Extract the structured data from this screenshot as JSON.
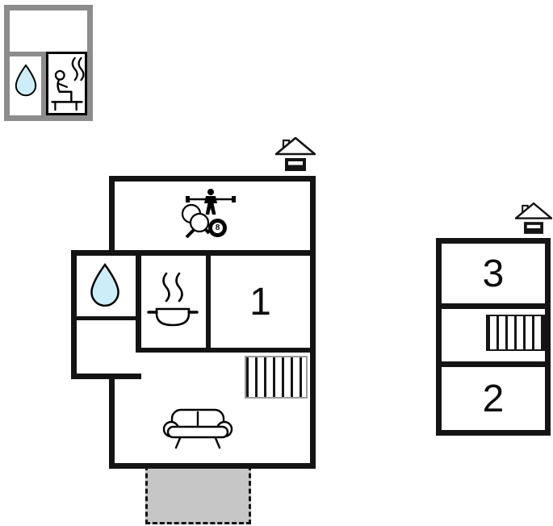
{
  "page": {
    "type": "holiday-home-floor-plan",
    "background": "#ffffff"
  },
  "colors": {
    "wall": "#141414",
    "outbuilding_wall": "#8c8c8c",
    "icon_line": "#000000",
    "water_drop_fill": "#cdeef8",
    "terrace_fill": "#c6c6c6"
  },
  "labels": {
    "room1": "1",
    "room2": "2",
    "room3": "3",
    "eight_ball": "8"
  },
  "sauna_outbuilding": {
    "icons": [
      "water-drop-icon",
      "sauna-icon"
    ]
  },
  "main_house": {
    "icons": [
      "house-entrance-icon",
      "foosball-icon",
      "table-tennis-icon",
      "eight-ball-icon",
      "water-drop-icon",
      "stove-icon",
      "stairs-icon",
      "sofa-icon"
    ],
    "room_labels": [
      "1"
    ],
    "terrace": "dashed-outline-gray"
  },
  "annex_house": {
    "icons": [
      "house-entrance-icon",
      "stairs-icon"
    ],
    "room_labels": [
      "3",
      "2"
    ]
  }
}
